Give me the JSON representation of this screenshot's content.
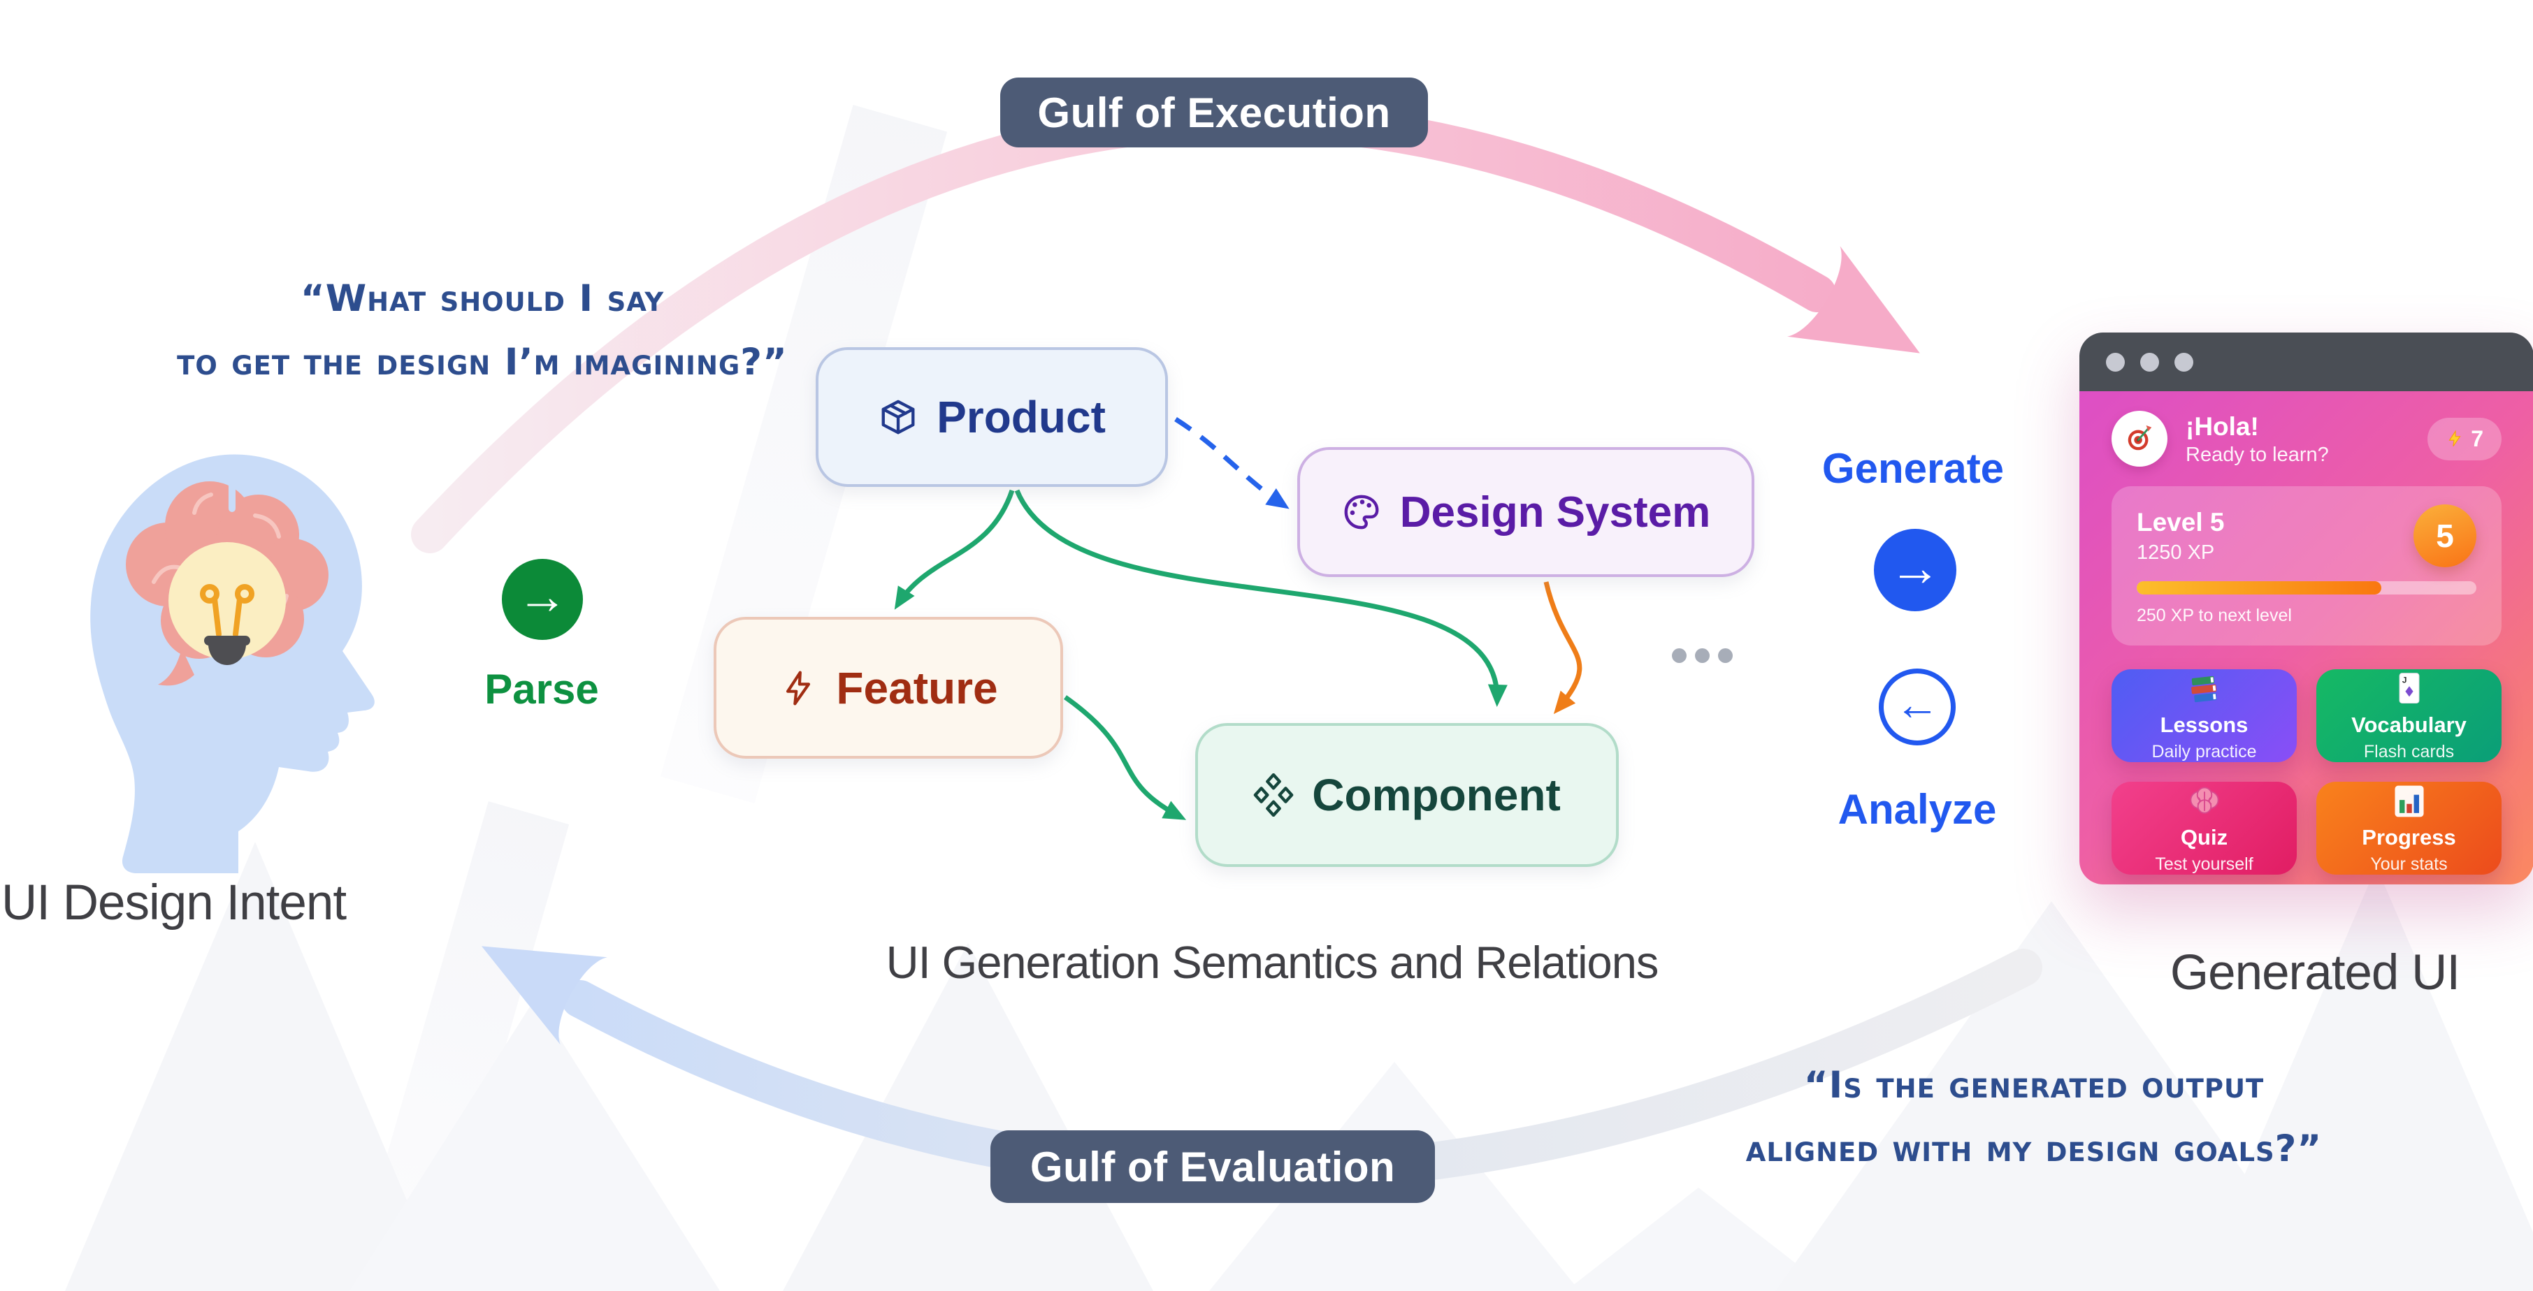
{
  "gulf_execution": {
    "label": "Gulf of Execution"
  },
  "gulf_evaluation": {
    "label": "Gulf of Evaluation"
  },
  "intent": {
    "quote_line1": "“What should I say",
    "quote_line2": "to get the design I’m imagining?”",
    "caption": "UI Design Intent"
  },
  "parse": {
    "label": "Parse"
  },
  "semantics": {
    "caption": "UI Generation Semantics and Relations",
    "nodes": {
      "product": {
        "label": "Product",
        "icon": "package-icon"
      },
      "design_system": {
        "label": "Design System",
        "icon": "palette-icon"
      },
      "feature": {
        "label": "Feature",
        "icon": "bolt-icon"
      },
      "component": {
        "label": "Component",
        "icon": "diamonds-icon"
      }
    }
  },
  "actions": {
    "generate": "Generate",
    "analyze": "Analyze"
  },
  "icons": {
    "parse_arrow": "→",
    "generate_arrow": "→",
    "analyze_arrow": "←",
    "flashcard_letter": "J"
  },
  "generated": {
    "caption": "Generated UI",
    "quote_line1": "“Is the generated output",
    "quote_line2": "aligned with my design goals?”"
  },
  "app": {
    "greeting": "¡Hola!",
    "subtitle": "Ready to learn?",
    "streak": {
      "icon": "lightning-icon",
      "count": "7"
    },
    "level": {
      "title": "Level 5",
      "xp": "1250 XP",
      "badge": "5",
      "progress_pct": 72,
      "caption": "250 XP to next level"
    },
    "tiles": [
      {
        "title": "Lessons",
        "subtitle": "Daily practice",
        "icon": "books-icon"
      },
      {
        "title": "Vocabulary",
        "subtitle": "Flash cards",
        "icon": "flashcard-icon"
      },
      {
        "title": "Quiz",
        "subtitle": "Test yourself",
        "icon": "brain-icon"
      },
      {
        "title": "Progress",
        "subtitle": "Your stats",
        "icon": "chart-icon"
      }
    ]
  },
  "colors": {
    "pill_bg": "#4d5b76",
    "quote_text": "#2d4d8e",
    "parse_green": "#0c8a38",
    "action_blue": "#2158ef",
    "product_navy": "#21398c",
    "design_purple": "#5a1ca6",
    "feature_red": "#a02d12",
    "component_teal": "#15463c",
    "arrow_green": "#1ea76e",
    "arrow_orange": "#ef7d18",
    "arrow_blue": "#2563eb",
    "arc_pink": "#f6abc8",
    "arc_blue": "#c9daf8"
  }
}
